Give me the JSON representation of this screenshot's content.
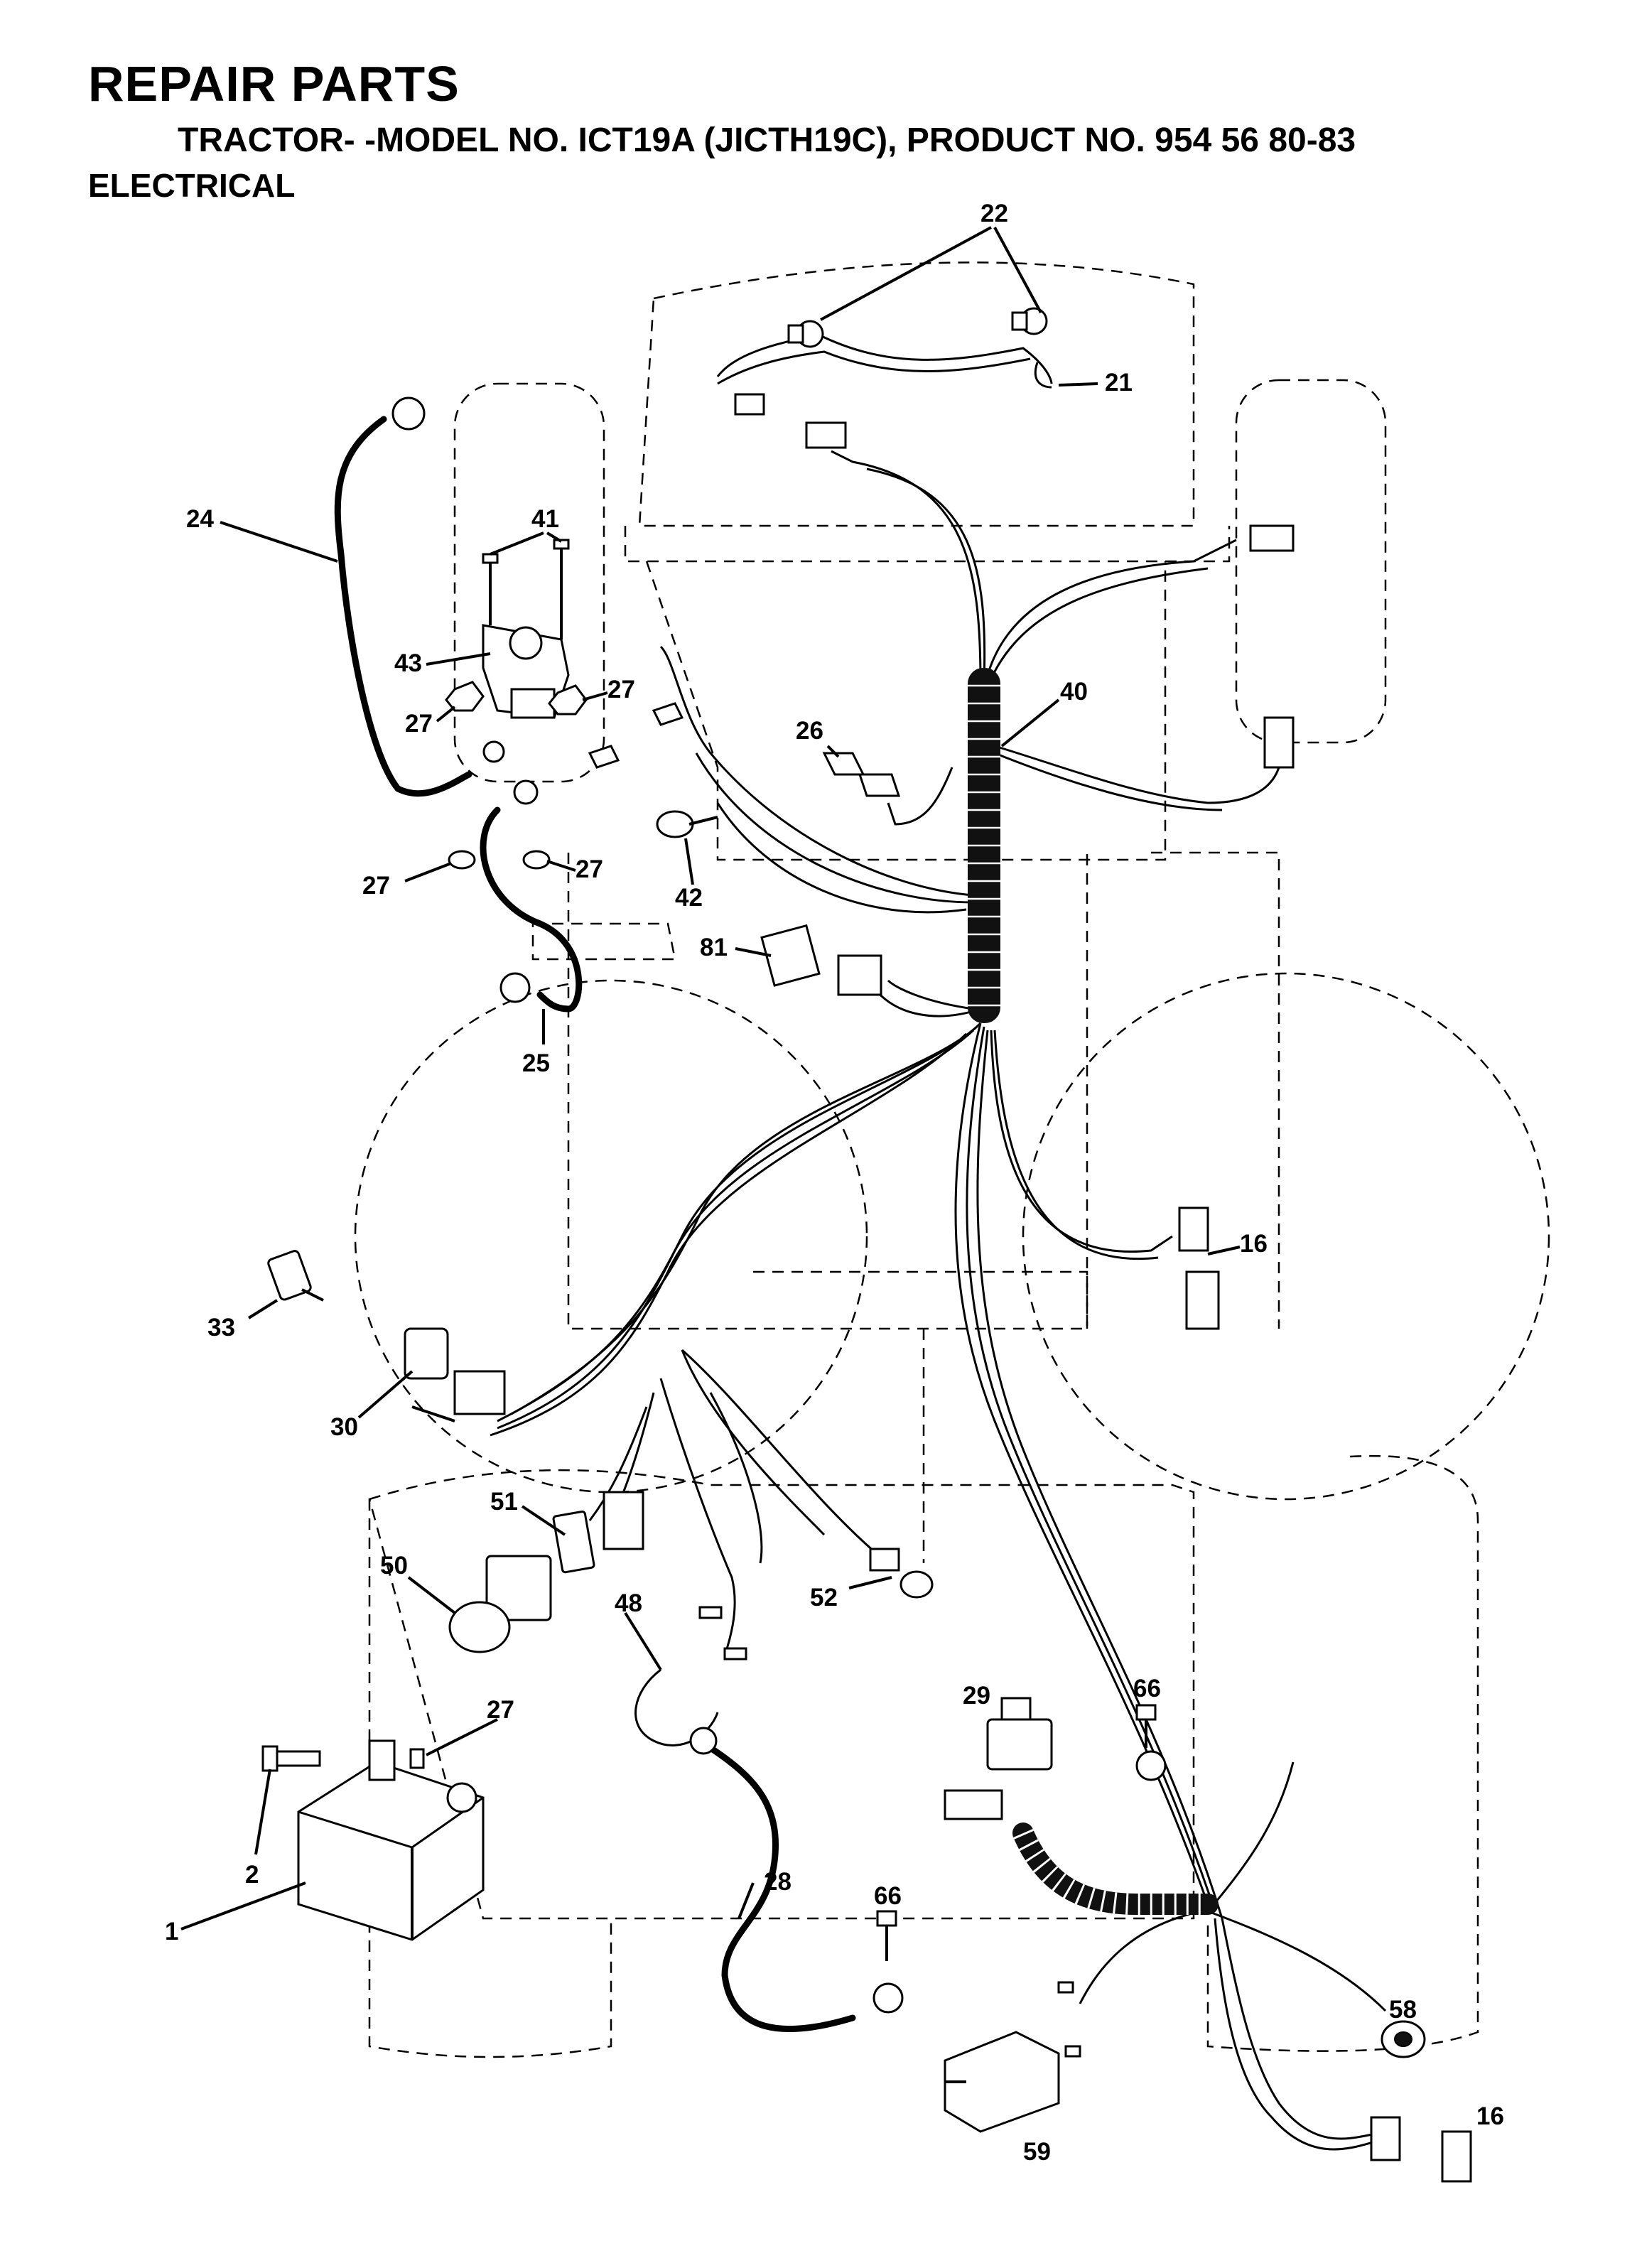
{
  "header": {
    "title": "REPAIR PARTS",
    "subtitle": "TRACTOR- -MODEL NO. ICT19A (JICTH19C), PRODUCT NO. 954 56 80-83",
    "section": "ELECTRICAL"
  },
  "callouts": {
    "c1": "1",
    "c2": "2",
    "c16a": "16",
    "c16b": "16",
    "c21": "21",
    "c22": "22",
    "c24": "24",
    "c25": "25",
    "c26": "26",
    "c27a": "27",
    "c27b": "27",
    "c27c": "27",
    "c27d": "27",
    "c27e": "27",
    "c28": "28",
    "c29": "29",
    "c30": "30",
    "c33": "33",
    "c40": "40",
    "c41": "41",
    "c42": "42",
    "c43": "43",
    "c48": "48",
    "c50": "50",
    "c51": "51",
    "c52": "52",
    "c58": "58",
    "c59": "59",
    "c66a": "66",
    "c66b": "66",
    "c81": "81"
  }
}
